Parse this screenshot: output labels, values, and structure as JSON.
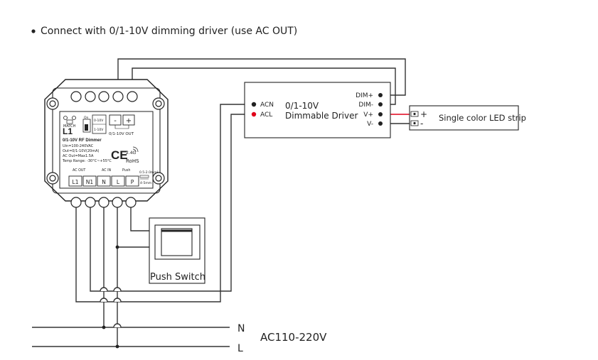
{
  "heading": "Connect with 0/1-10V dimming driver (use AC OUT)",
  "dimmer": {
    "model": "L1",
    "name": "0/1-10V  RF  Dimmer",
    "spec_uin": "Uin=100-240VAC",
    "spec_out": "Out=0/1-10V(20mA)",
    "spec_ac_out": "AC Out=Max1.5A",
    "spec_temp": "Temp Range: -30°C~+55°C",
    "ce_mark": "CE",
    "rf_freq": "2.4G",
    "rohs": "RoHS",
    "switch_on": "On",
    "match_label": "MATCH",
    "mode_a": "0-10V",
    "mode_b": "1-10V",
    "dim_minus": "-",
    "dim_plus": "+",
    "dim_output_label": "0/1-10V OUT",
    "ac_out_label": "AC OUT",
    "ac_in_label": "AC IN",
    "push_label": "Push",
    "wire_gauge": "0.5-2.0mm²",
    "strip_length": "4-5mm",
    "terminals": [
      "L1",
      "N1",
      "N",
      "L",
      "P"
    ]
  },
  "driver": {
    "title": "0/1-10V",
    "subtitle": "Dimmable Driver",
    "input_acn": "ACN",
    "input_acl": "ACL",
    "out_dim_plus": "DIM+",
    "out_dim_minus": "DIM-",
    "out_v_plus": "V+",
    "out_v_minus": "V-"
  },
  "led_strip": {
    "label": "Single color LED strip",
    "plus": "+",
    "minus": "-"
  },
  "push_switch": {
    "label": "Push Switch"
  },
  "mains": {
    "n_label": "N",
    "l_label": "L",
    "voltage": "AC110-220V"
  },
  "colors": {
    "wire": "#333333",
    "red_wire": "#e0001a",
    "red_dot": "#e0001a",
    "device_outline": "#222222"
  }
}
